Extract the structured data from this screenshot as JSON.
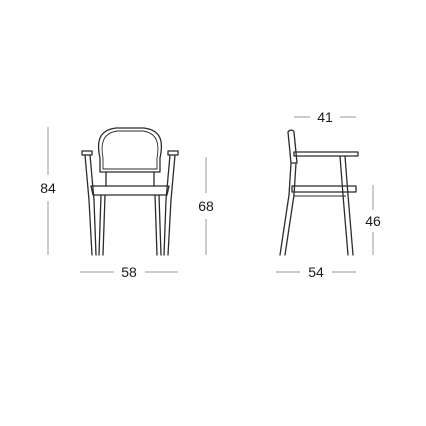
{
  "front_view": {
    "height_label": "84",
    "arm_height_label": "68",
    "width_label": "58"
  },
  "side_view": {
    "top_width_label": "41",
    "seat_height_label": "46",
    "depth_label": "54"
  },
  "colors": {
    "line": "#2b2b2b",
    "dimension": "#9a9a9a",
    "text": "#1a1a1a"
  }
}
